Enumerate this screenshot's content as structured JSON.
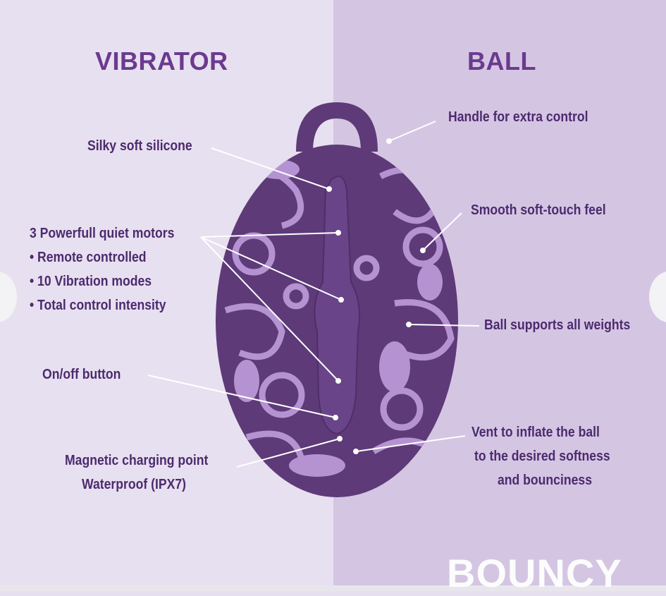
{
  "headings": {
    "left": "VIBRATOR",
    "right": "BALL"
  },
  "vibrator_features": {
    "silicone": "Silky soft silicone",
    "motors": "3 Powerfull quiet motors",
    "remote": "• Remote controlled",
    "modes": "• 10 Vibration modes",
    "intensity": "• Total control intensity",
    "onoff": "On/off button",
    "charging": "Magnetic charging point",
    "waterproof": "Waterproof (IPX7)"
  },
  "ball_features": {
    "handle": "Handle for extra control",
    "feel": "Smooth soft-touch feel",
    "weights": "Ball supports all weights",
    "vent1": "Vent to inflate the ball",
    "vent2": "to the desired softness",
    "vent3": "and bounciness"
  },
  "logo": "BOUNCY",
  "colors": {
    "heading": "#6b3a8e",
    "text": "#4d2a6e",
    "ball": "#5e3a78",
    "pattern": "#b593d2"
  }
}
